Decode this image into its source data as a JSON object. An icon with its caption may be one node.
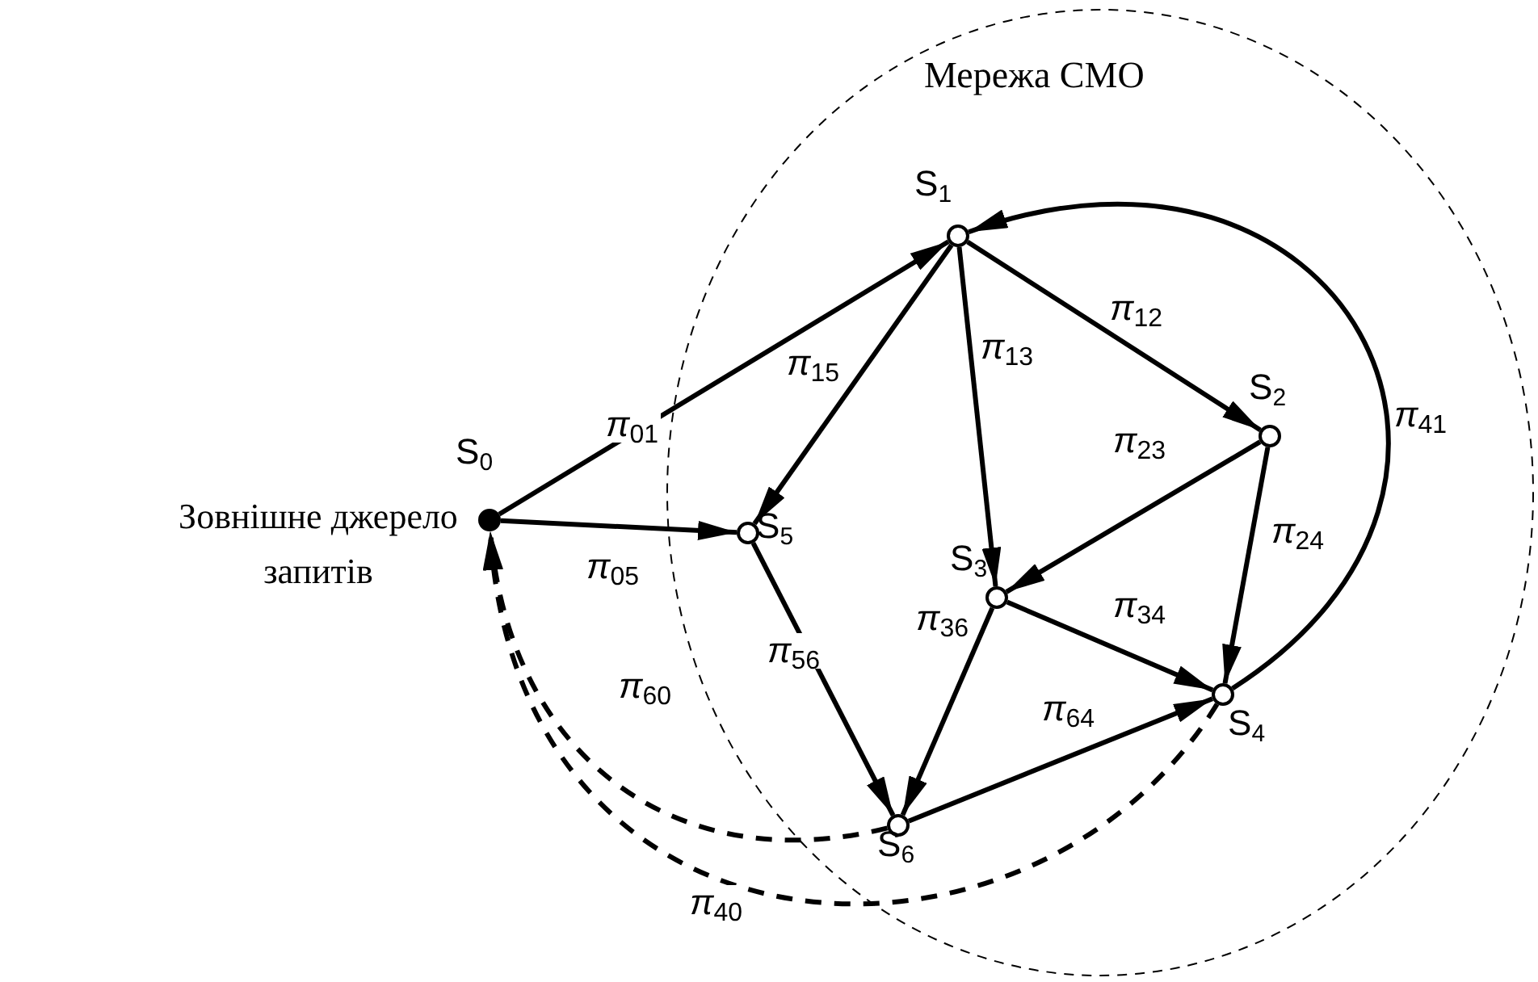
{
  "diagram": {
    "nodes": [
      {
        "text": [
          "Мережа СМО"
        ]
      },
      {
        "text": [
          "S$_{0}$"
        ],
        "beside": [
          "Зовнішне джерело запитів"
        ]
      },
      {
        "text": [
          "S$_{1}$"
        ],
        "in": 0
      },
      {
        "text": [
          "S$_{2}$"
        ],
        "in": 0
      },
      {
        "text": [
          "S$_{3}$"
        ],
        "in": 0
      },
      {
        "text": [
          "S$_{4}$"
        ],
        "in": 0
      },
      {
        "text": [
          "S$_{5}$"
        ],
        "in": 0
      },
      {
        "text": [
          "S$_{6}$"
        ],
        "in": 0
      }
    ],
    "edges": [
      {
        "from": 1,
        "to": 2,
        "arrow": "to",
        "label": "*π*$_{01}$"
      },
      {
        "from": 1,
        "to": 6,
        "arrow": "to",
        "label": "*π*$_{05}$"
      },
      {
        "from": 2,
        "to": 6,
        "arrow": "to",
        "label": "*π*$_{15}$"
      },
      {
        "from": 2,
        "to": 4,
        "arrow": "to",
        "label": "*π*$_{13}$"
      },
      {
        "from": 2,
        "to": 3,
        "arrow": "to",
        "label": "*π*$_{12}$"
      },
      {
        "from": 3,
        "to": 4,
        "arrow": "to",
        "label": "*π*$_{23}$"
      },
      {
        "from": 3,
        "to": 5,
        "arrow": "to",
        "label": "*π*$_{24}$"
      },
      {
        "from": 4,
        "to": 5,
        "arrow": "to",
        "label": "*π*$_{34}$"
      },
      {
        "from": 4,
        "to": 7,
        "arrow": "to",
        "label": "*π*$_{36}$"
      },
      {
        "from": 6,
        "to": 7,
        "arrow": "to",
        "label": "*π*$_{56}$"
      },
      {
        "from": 7,
        "to": 5,
        "arrow": "to",
        "label": "*π*$_{64}$"
      },
      {
        "from": 5,
        "to": 2,
        "arrow": "to",
        "label": "*π*$_{41}$"
      },
      {
        "from": 7,
        "to": 1,
        "arrow": "to",
        "label": "*π*$_{60}$",
        "style": "dashed"
      },
      {
        "from": 5,
        "to": 1,
        "arrow": "to",
        "label": "*π*$_{40}$",
        "style": "dashed"
      }
    ]
  }
}
